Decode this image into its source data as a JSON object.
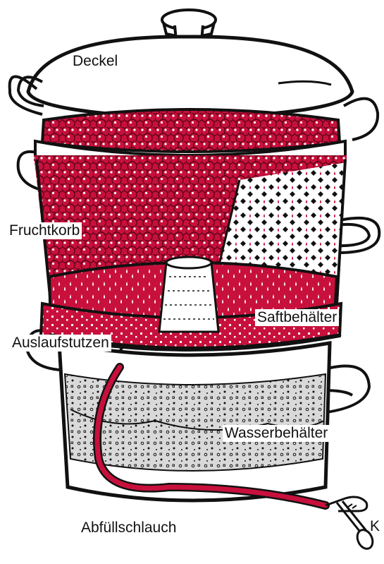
{
  "labels": {
    "deckel": "Deckel",
    "fruchtkorb": "Fruchtkorb",
    "saftbehaelter": "Saftbehälter",
    "auslaufstutzen": "Auslaufstutzen",
    "wasserbehaelter": "Wasserbehälter",
    "abfuellschlauch": "Abfüllschlauch",
    "klemme": "K"
  },
  "colors": {
    "juice": "#c8103c",
    "juice_dark": "#8e0a2b",
    "outline": "#111111",
    "water": "#d9d9d9",
    "metal": "#ffffff"
  }
}
